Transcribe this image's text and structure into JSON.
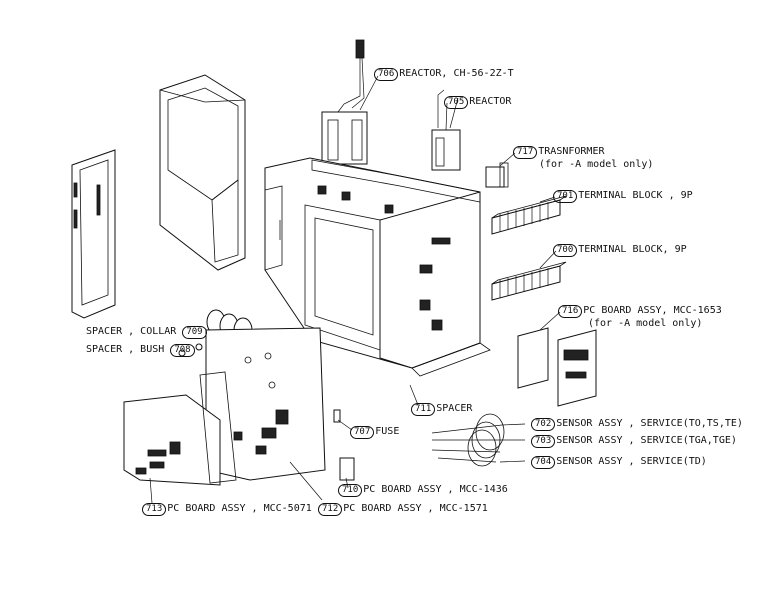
{
  "callouts": [
    {
      "num": "706",
      "text": "REACTOR, CH-56-2Z-T"
    },
    {
      "num": "705",
      "text": "REACTOR"
    },
    {
      "num": "717",
      "text": "TRASNFORMER",
      "sub": "(for -A model only)"
    },
    {
      "num": "701",
      "text": "TERMINAL BLOCK , 9P"
    },
    {
      "num": "700",
      "text": "TERMINAL BLOCK, 9P"
    },
    {
      "num": "716",
      "text": "PC BOARD ASSY, MCC-1653",
      "sub": "(for -A model only)"
    },
    {
      "num": "709",
      "text": "SPACER , COLLAR"
    },
    {
      "num": "708",
      "text": "SPACER , BUSH"
    },
    {
      "num": "711",
      "text": "SPACER"
    },
    {
      "num": "707",
      "text": "FUSE"
    },
    {
      "num": "702",
      "text": "SENSOR ASSY , SERVICE(TO,TS,TE)"
    },
    {
      "num": "703",
      "text": "SENSOR ASSY , SERVICE(TGA,TGE)"
    },
    {
      "num": "704",
      "text": "SENSOR ASSY , SERVICE(TD)"
    },
    {
      "num": "710",
      "text": "PC BOARD ASSY , MCC-1436"
    },
    {
      "num": "712",
      "text": "PC BOARD ASSY , MCC-1571"
    },
    {
      "num": "713",
      "text": "PC BOARD ASSY , MCC-5071"
    }
  ]
}
